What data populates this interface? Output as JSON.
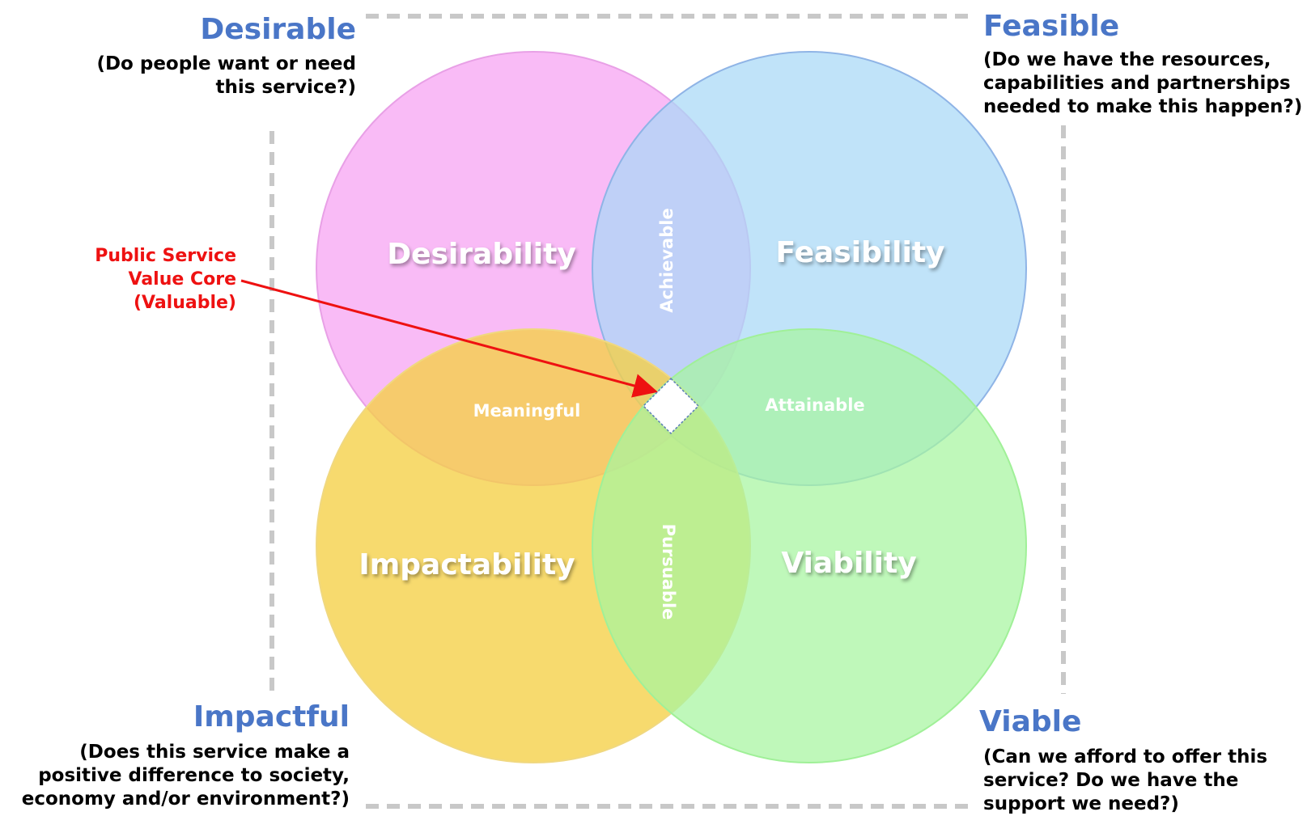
{
  "corners": {
    "desirable": {
      "title": "Desirable",
      "question": [
        "(Do people want or need",
        "this service?)"
      ]
    },
    "feasible": {
      "title": "Feasible",
      "question": [
        "(Do we have the resources,",
        "capabilities and partnerships",
        "needed to make this happen?)"
      ]
    },
    "impactful": {
      "title": "Impactful",
      "question": [
        "(Does this service make a",
        "positive difference to society,",
        "economy and/or environment?)"
      ]
    },
    "viable": {
      "title": "Viable",
      "question": [
        "(Can we afford to offer this",
        "service? Do we have the",
        "support we need?)"
      ]
    }
  },
  "circles": {
    "desirability": {
      "label": "Desirability",
      "color": "#f7a8f4"
    },
    "feasibility": {
      "label": "Feasibility",
      "color": "#a8d8f7"
    },
    "impactability": {
      "label": "Impactability",
      "color": "#f5cf45"
    },
    "viability": {
      "label": "Viability",
      "color": "#a6f5a0"
    }
  },
  "overlaps": {
    "achievable": "Achievable",
    "meaningful": "Meaningful",
    "attainable": "Attainable",
    "pursuable": "Pursuable"
  },
  "core": {
    "lines": [
      "Public Service",
      "Value Core",
      "(Valuable)"
    ],
    "color": "#ee1111"
  },
  "colors": {
    "heading": "#4a76c7",
    "border_dash": "#c8c8c8"
  }
}
